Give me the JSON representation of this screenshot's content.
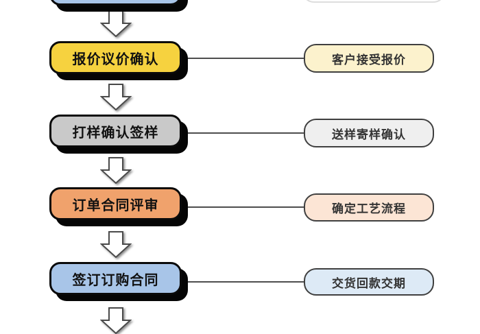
{
  "diagram": {
    "background": "#ffffff",
    "connector_color": "#4d4d4d",
    "box_border_color": "#0a0a0a",
    "box_shadow_color": "#050505",
    "pill_border_color": "#3f3f3f",
    "arrow": {
      "fill": "#ffffff",
      "stroke": "#4a4a4a"
    },
    "partial_top_box": {
      "fill": "#a8c5e8"
    },
    "partial_top_pill": {
      "fill": "#ffffff",
      "border": "#dddddd"
    },
    "rows": [
      {
        "step": "报价议价确认",
        "step_fill": "#f6d23f",
        "note": "客户接受报价",
        "note_fill": "#fcf2cd"
      },
      {
        "step": "打样确认签样",
        "step_fill": "#c9c9c9",
        "note": "送样寄样确认",
        "note_fill": "#efefef"
      },
      {
        "step": "订单合同评审",
        "step_fill": "#f0a26c",
        "note": "确定工艺流程",
        "note_fill": "#fce5d5"
      },
      {
        "step": "签订订购合同",
        "step_fill": "#a8c5e8",
        "note": "交货回款交期",
        "note_fill": "#ddeaf6"
      }
    ]
  }
}
